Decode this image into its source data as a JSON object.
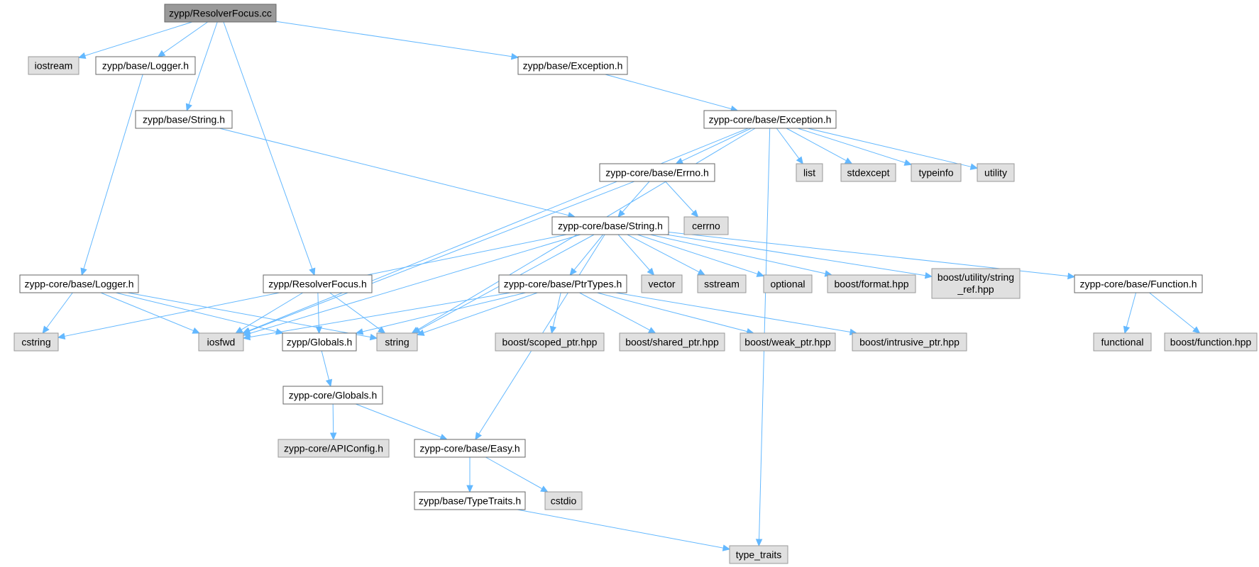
{
  "diagram": {
    "nodes": [
      {
        "id": "resolverfocus_cc",
        "label": "zypp/ResolverFocus.cc",
        "kind": "root"
      },
      {
        "id": "iostream",
        "label": "iostream",
        "kind": "ext"
      },
      {
        "id": "base_logger",
        "label": "zypp/base/Logger.h",
        "kind": "local"
      },
      {
        "id": "base_exception",
        "label": "zypp/base/Exception.h",
        "kind": "local"
      },
      {
        "id": "base_string",
        "label": "zypp/base/String.h",
        "kind": "local"
      },
      {
        "id": "core_exception",
        "label": "zypp-core/base/Exception.h",
        "kind": "local"
      },
      {
        "id": "core_errno",
        "label": "zypp-core/base/Errno.h",
        "kind": "local"
      },
      {
        "id": "list",
        "label": "list",
        "kind": "ext"
      },
      {
        "id": "stdexcept",
        "label": "stdexcept",
        "kind": "ext"
      },
      {
        "id": "typeinfo",
        "label": "typeinfo",
        "kind": "ext"
      },
      {
        "id": "utility",
        "label": "utility",
        "kind": "ext"
      },
      {
        "id": "core_string",
        "label": "zypp-core/base/String.h",
        "kind": "local"
      },
      {
        "id": "cerrno",
        "label": "cerrno",
        "kind": "ext"
      },
      {
        "id": "core_logger",
        "label": "zypp-core/base/Logger.h",
        "kind": "local"
      },
      {
        "id": "resolverfocus_h",
        "label": "zypp/ResolverFocus.h",
        "kind": "local"
      },
      {
        "id": "core_ptrtypes",
        "label": "zypp-core/base/PtrTypes.h",
        "kind": "local"
      },
      {
        "id": "vector",
        "label": "vector",
        "kind": "ext"
      },
      {
        "id": "sstream",
        "label": "sstream",
        "kind": "ext"
      },
      {
        "id": "optional",
        "label": "optional",
        "kind": "ext"
      },
      {
        "id": "boost_format",
        "label": "boost/format.hpp",
        "kind": "ext"
      },
      {
        "id": "boost_string_ref",
        "label": "boost/utility/string",
        "label2": "_ref.hpp",
        "kind": "ext"
      },
      {
        "id": "core_function",
        "label": "zypp-core/base/Function.h",
        "kind": "local"
      },
      {
        "id": "cstring",
        "label": "cstring",
        "kind": "ext"
      },
      {
        "id": "iosfwd",
        "label": "iosfwd",
        "kind": "ext"
      },
      {
        "id": "zypp_globals",
        "label": "zypp/Globals.h",
        "kind": "local"
      },
      {
        "id": "string",
        "label": "string",
        "kind": "ext"
      },
      {
        "id": "boost_scoped",
        "label": "boost/scoped_ptr.hpp",
        "kind": "ext"
      },
      {
        "id": "boost_shared",
        "label": "boost/shared_ptr.hpp",
        "kind": "ext"
      },
      {
        "id": "boost_weak",
        "label": "boost/weak_ptr.hpp",
        "kind": "ext"
      },
      {
        "id": "boost_intrusive",
        "label": "boost/intrusive_ptr.hpp",
        "kind": "ext"
      },
      {
        "id": "functional",
        "label": "functional",
        "kind": "ext"
      },
      {
        "id": "boost_function",
        "label": "boost/function.hpp",
        "kind": "ext"
      },
      {
        "id": "core_globals",
        "label": "zypp-core/Globals.h",
        "kind": "local"
      },
      {
        "id": "core_apiconfig",
        "label": "zypp-core/APIConfig.h",
        "kind": "ext"
      },
      {
        "id": "core_easy",
        "label": "zypp-core/base/Easy.h",
        "kind": "local"
      },
      {
        "id": "base_typetraits",
        "label": "zypp/base/TypeTraits.h",
        "kind": "local"
      },
      {
        "id": "cstdio",
        "label": "cstdio",
        "kind": "ext"
      },
      {
        "id": "type_traits",
        "label": "type_traits",
        "kind": "ext"
      }
    ],
    "edges": [
      [
        "resolverfocus_cc",
        "iostream"
      ],
      [
        "resolverfocus_cc",
        "base_logger"
      ],
      [
        "resolverfocus_cc",
        "base_string"
      ],
      [
        "resolverfocus_cc",
        "resolverfocus_h"
      ],
      [
        "resolverfocus_cc",
        "base_exception"
      ],
      [
        "base_logger",
        "core_logger"
      ],
      [
        "base_exception",
        "core_exception"
      ],
      [
        "base_string",
        "core_string"
      ],
      [
        "core_exception",
        "iosfwd"
      ],
      [
        "core_exception",
        "string"
      ],
      [
        "core_exception",
        "core_errno"
      ],
      [
        "core_exception",
        "list"
      ],
      [
        "core_exception",
        "stdexcept"
      ],
      [
        "core_exception",
        "typeinfo"
      ],
      [
        "core_exception",
        "utility"
      ],
      [
        "core_exception",
        "type_traits"
      ],
      [
        "core_errno",
        "iosfwd"
      ],
      [
        "core_errno",
        "core_string"
      ],
      [
        "core_errno",
        "cerrno"
      ],
      [
        "core_string",
        "cstring"
      ],
      [
        "core_string",
        "iosfwd"
      ],
      [
        "core_string",
        "string"
      ],
      [
        "core_string",
        "core_easy"
      ],
      [
        "core_string",
        "core_ptrtypes"
      ],
      [
        "core_string",
        "vector"
      ],
      [
        "core_string",
        "sstream"
      ],
      [
        "core_string",
        "optional"
      ],
      [
        "core_string",
        "boost_format"
      ],
      [
        "core_string",
        "boost_string_ref"
      ],
      [
        "core_string",
        "core_function"
      ],
      [
        "core_logger",
        "cstring"
      ],
      [
        "core_logger",
        "iosfwd"
      ],
      [
        "core_logger",
        "zypp_globals"
      ],
      [
        "core_logger",
        "string"
      ],
      [
        "resolverfocus_h",
        "iosfwd"
      ],
      [
        "resolverfocus_h",
        "zypp_globals"
      ],
      [
        "resolverfocus_h",
        "string"
      ],
      [
        "core_ptrtypes",
        "iosfwd"
      ],
      [
        "core_ptrtypes",
        "zypp_globals"
      ],
      [
        "core_ptrtypes",
        "string"
      ],
      [
        "core_ptrtypes",
        "boost_scoped"
      ],
      [
        "core_ptrtypes",
        "boost_shared"
      ],
      [
        "core_ptrtypes",
        "boost_weak"
      ],
      [
        "core_ptrtypes",
        "boost_intrusive"
      ],
      [
        "core_function",
        "functional"
      ],
      [
        "core_function",
        "boost_function"
      ],
      [
        "zypp_globals",
        "core_globals"
      ],
      [
        "core_globals",
        "core_apiconfig"
      ],
      [
        "core_globals",
        "core_easy"
      ],
      [
        "core_easy",
        "base_typetraits"
      ],
      [
        "core_easy",
        "cstdio"
      ],
      [
        "base_typetraits",
        "type_traits"
      ]
    ]
  }
}
